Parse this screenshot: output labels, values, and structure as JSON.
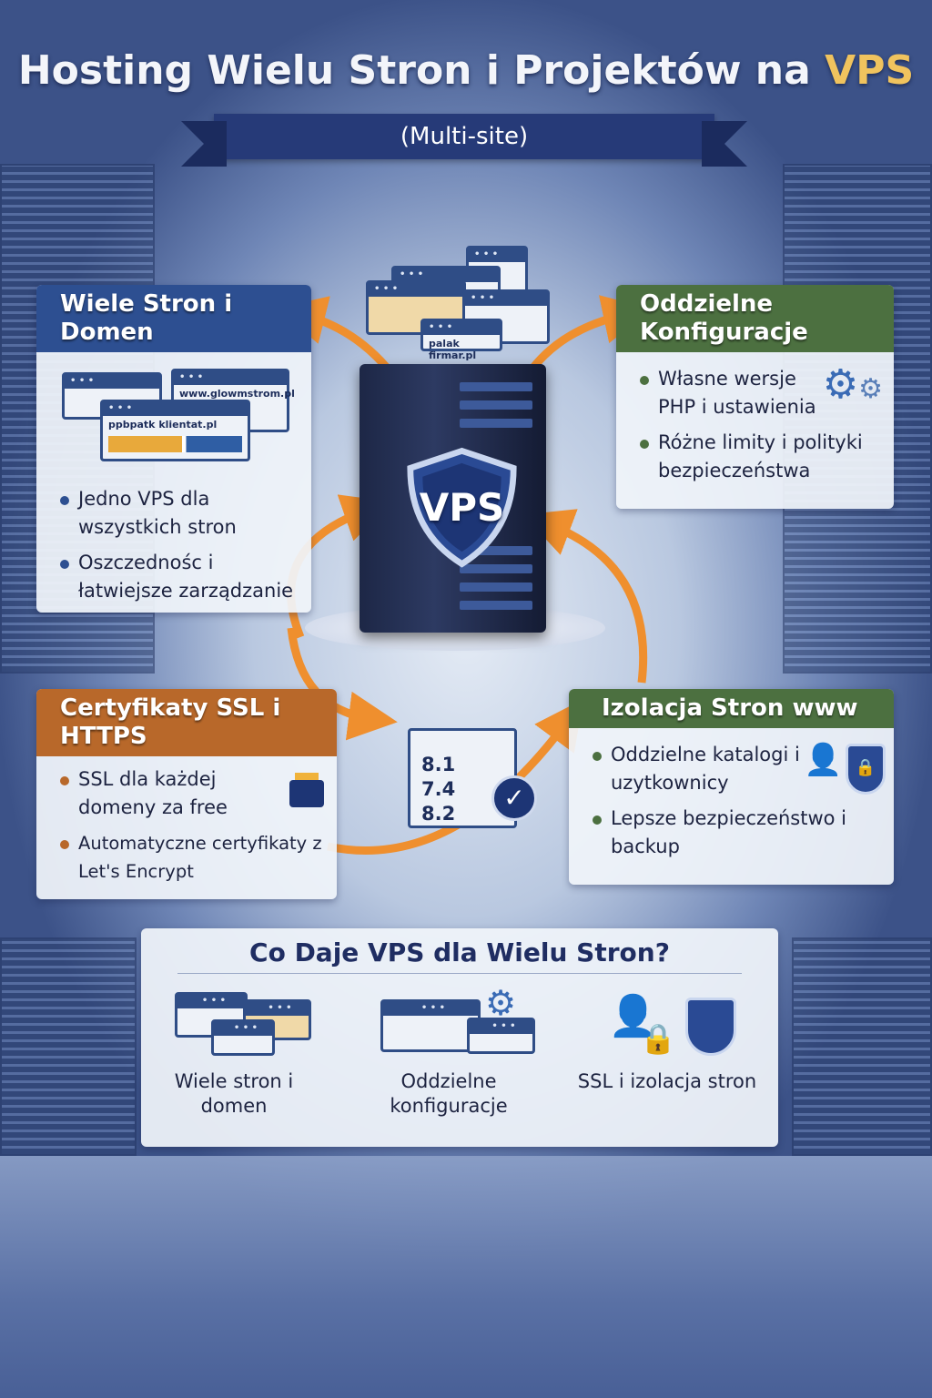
{
  "title": {
    "main": "Hosting Wielu Stron i Projektów na ",
    "highlight": "VPS",
    "subtitle": "(Multi-site)"
  },
  "server": {
    "label": "VPS"
  },
  "top_windows": [
    "palak firmar.pl"
  ],
  "cards": {
    "domains": {
      "title": "Wiele Stron i Domen",
      "windows": [
        "www.glowmstrom.pl",
        "ppbpatk klientat.pl"
      ],
      "bullets": [
        "Jedno VPS dla wszystkich stron",
        "Oszczednośc i łatwiejsze zarządzanie"
      ]
    },
    "config": {
      "title": "Oddzielne Konfiguracje",
      "bullets": [
        "Własne wersje PHP i ustawienia",
        "Różne limity i polityki bezpieczeństwa"
      ]
    },
    "ssl": {
      "title": "Certyfikaty SSL i HTTPS",
      "bullets": [
        "SSL dla każdej domeny za free",
        "Automatyczne certyfikaty z Let's Encrypt"
      ]
    },
    "isolation": {
      "title": "Izolacja Stron www",
      "bullets": [
        "Oddzielne katalogi i uzytkownicy",
        "Lepsze bezpieczeństwo i backup"
      ]
    }
  },
  "php_versions": [
    "8.1",
    "7.4",
    "8.2"
  ],
  "summary": {
    "title": "Co Daje VPS dla Wielu Stron?",
    "items": [
      {
        "label": "Wiele stron i domen",
        "icon": "browser-windows-icon"
      },
      {
        "label": "Oddzielne konfiguracje",
        "icon": "settings-panel-icon"
      },
      {
        "label": "SSL i izolacja stron",
        "icon": "user-lock-shield-icon"
      }
    ]
  },
  "colors": {
    "blue": "#2d4f91",
    "green": "#4c7040",
    "orange": "#b8682a",
    "arrow": "#ef8f2e",
    "gold": "#f0c35e"
  }
}
